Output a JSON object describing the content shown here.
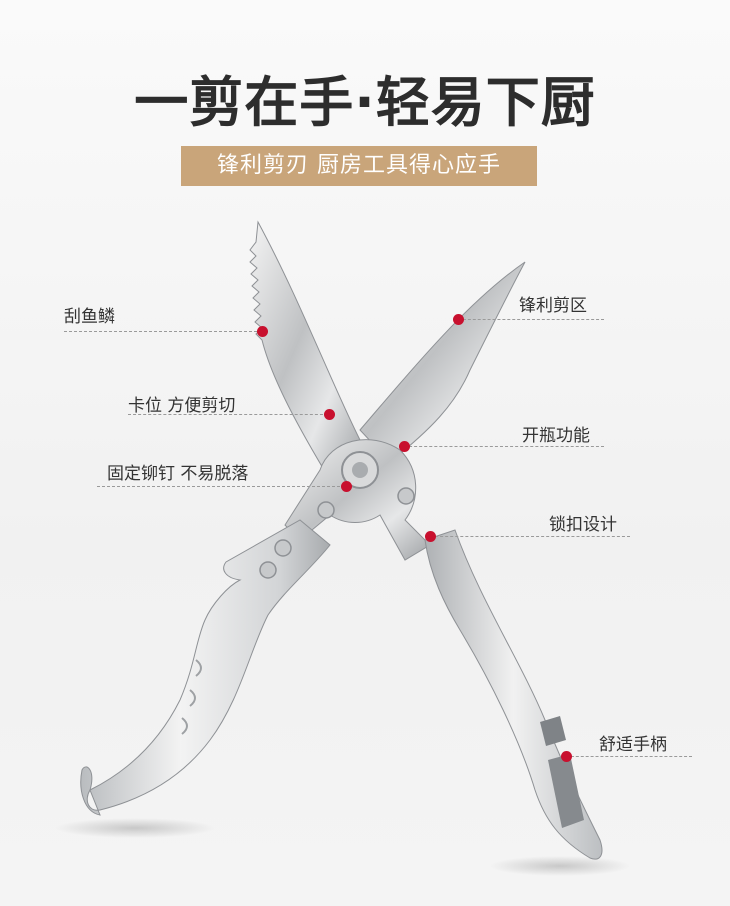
{
  "headline": "一剪在手·轻易下厨",
  "tagline": "锋利剪刃 厨房工具得心应手",
  "accent_color": "#c9a57a",
  "dot_color": "#c8102e",
  "callouts": {
    "scale_scraper": "刮鱼鳞",
    "cutting_zone": "锋利剪区",
    "catch_position": "卡位 方便剪切",
    "bottle_opener": "开瓶功能",
    "rivet": "固定铆钉 不易脱落",
    "lock_buckle": "锁扣设计",
    "handle": "舒适手柄"
  }
}
